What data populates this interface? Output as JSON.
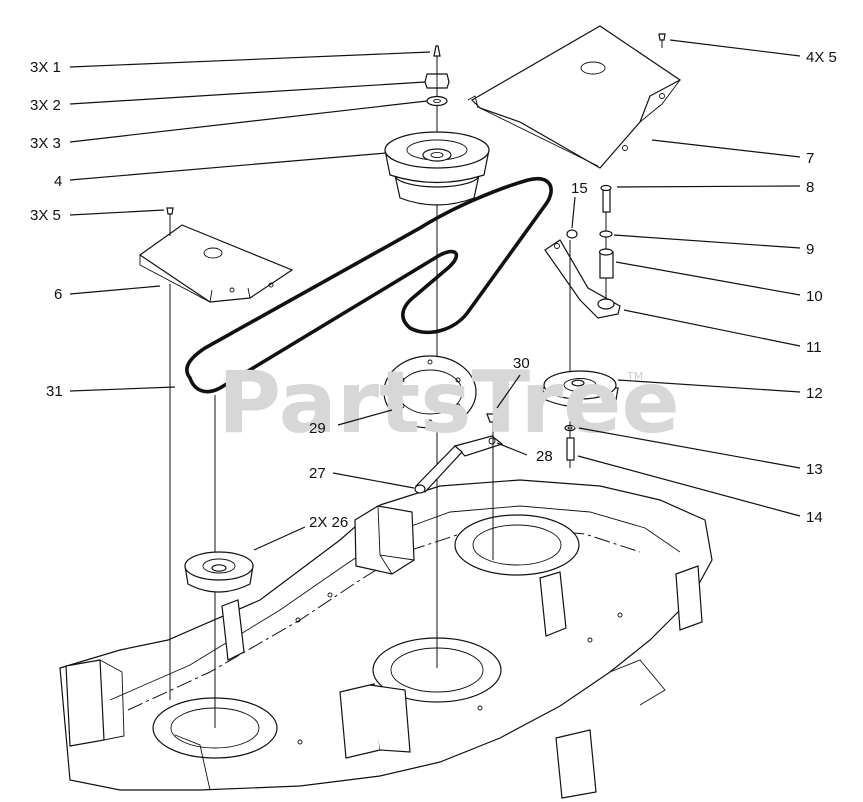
{
  "watermark": {
    "text": "PartsTree",
    "trademark": "TM"
  },
  "callouts": [
    {
      "id": "c1",
      "text": "3X 1"
    },
    {
      "id": "c2",
      "text": "3X 2"
    },
    {
      "id": "c3",
      "text": "3X 3"
    },
    {
      "id": "c4",
      "text": "4"
    },
    {
      "id": "c5",
      "text": "3X 5"
    },
    {
      "id": "c6",
      "text": "6"
    },
    {
      "id": "c31",
      "text": "31"
    },
    {
      "id": "c4x5",
      "text": "4X 5"
    },
    {
      "id": "c7",
      "text": "7"
    },
    {
      "id": "c8",
      "text": "8"
    },
    {
      "id": "c9",
      "text": "9"
    },
    {
      "id": "c10",
      "text": "10"
    },
    {
      "id": "c11",
      "text": "11"
    },
    {
      "id": "c12",
      "text": "12"
    },
    {
      "id": "c13",
      "text": "13"
    },
    {
      "id": "c14",
      "text": "14"
    },
    {
      "id": "c15",
      "text": "15"
    },
    {
      "id": "c30",
      "text": "30"
    },
    {
      "id": "c29",
      "text": "29"
    },
    {
      "id": "c28",
      "text": "28"
    },
    {
      "id": "c27",
      "text": "27"
    },
    {
      "id": "c26",
      "text": "2X 26"
    }
  ]
}
